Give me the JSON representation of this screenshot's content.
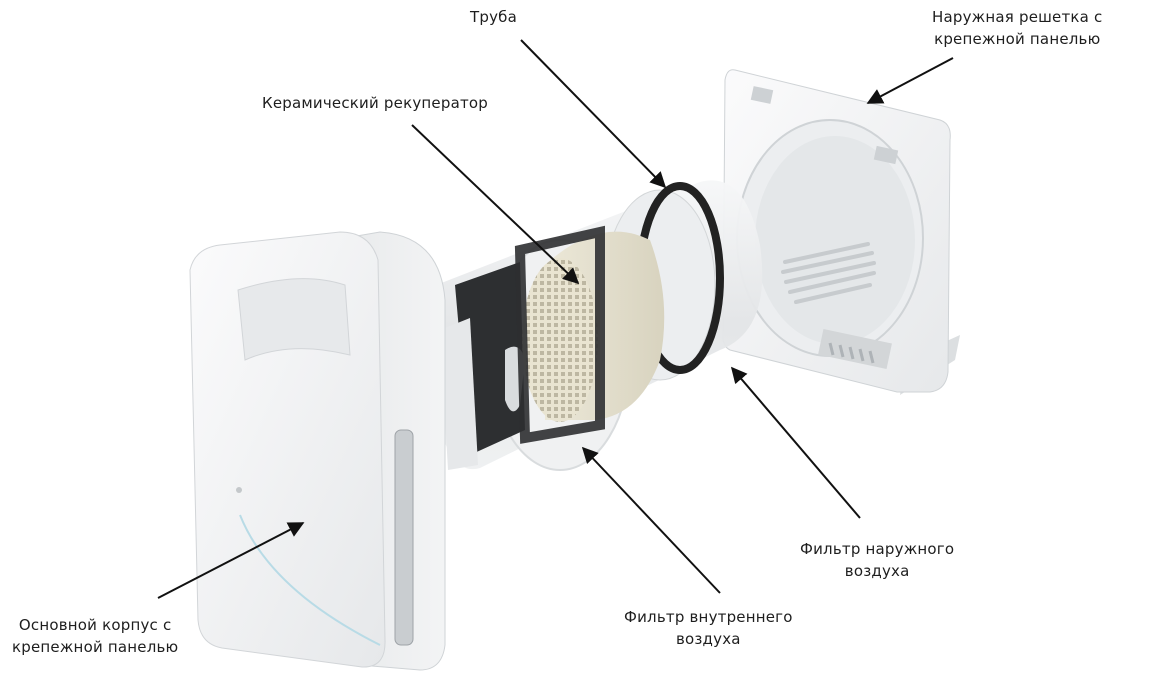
{
  "labels": {
    "tube": [
      "Труба"
    ],
    "outer_grille": [
      "Наружная решетка с",
      "крепежной панелью"
    ],
    "ceramic_recuperator": [
      "Керамический рекуператор"
    ],
    "main_housing": [
      "Основной корпус с",
      "крепежной панелью"
    ],
    "inner_air_filter": [
      "Фильтр внутреннего",
      "воздуха"
    ],
    "outer_air_filter": [
      "Фильтр наружного",
      "воздуха"
    ]
  },
  "colors": {
    "text": "#1e1e1e",
    "arrow": "#111111",
    "housing": "#f1f2f3",
    "tube": "#e9eaeb",
    "ceramic": "#e4e0cf",
    "dark_frame": "#2d2f31",
    "accent_light": "#b8dbe6"
  }
}
